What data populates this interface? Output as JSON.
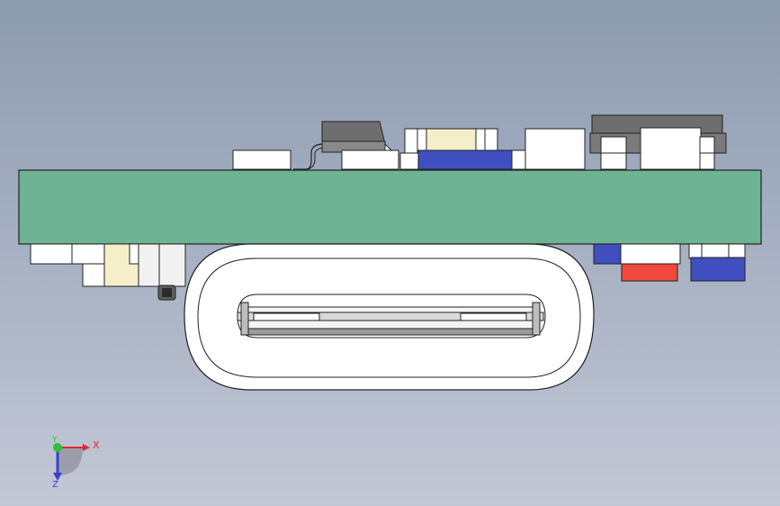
{
  "viewport": {
    "background_top": "#8d9bb0",
    "background_bottom": "#c3c8d6"
  },
  "model": {
    "pcb_color": "#6db394",
    "usb_c_shell_color": "#ffffff",
    "component_dark": "#6e6e6e",
    "component_blue": "#3f4fbf",
    "component_red": "#ef4a3c",
    "component_cream": "#f4efc8"
  },
  "triad": {
    "x_label": "X",
    "y_label": "Y",
    "z_label": "Z",
    "x_color": "#e3262f",
    "y_color": "#2dbf3f",
    "z_color": "#3a3fd6"
  }
}
